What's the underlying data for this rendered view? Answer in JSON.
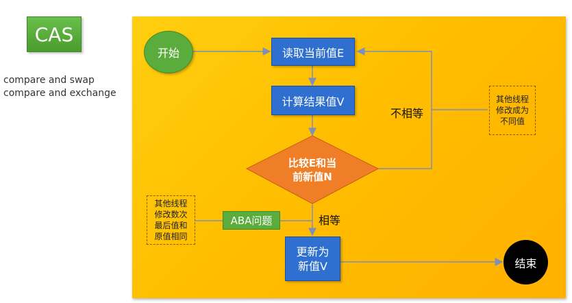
{
  "sidebar": {
    "badge": "CAS",
    "line1": "compare and swap",
    "line2": "compare and exchange"
  },
  "flow": {
    "start": "开始",
    "read": "读取当前值E",
    "compute": "计算结果值V",
    "compare_line1": "比较E和当",
    "compare_line2": "前新值N",
    "update_line1": "更新为",
    "update_line2": "新值V",
    "end": "结束",
    "not_equal": "不相等",
    "equal": "相等",
    "aba": "ABA问题"
  },
  "notes": {
    "right": [
      "其他线程",
      "修改成为",
      "不同值"
    ],
    "left": [
      "其他线程",
      "修改数次",
      "最后值和",
      "原值相同"
    ]
  },
  "colors": {
    "panel": "#ffbe00",
    "box": "#2e6fd0",
    "start": "#5aad3c",
    "diamond": "#f07e26",
    "end": "#000000",
    "line": "#7f8fb8"
  }
}
